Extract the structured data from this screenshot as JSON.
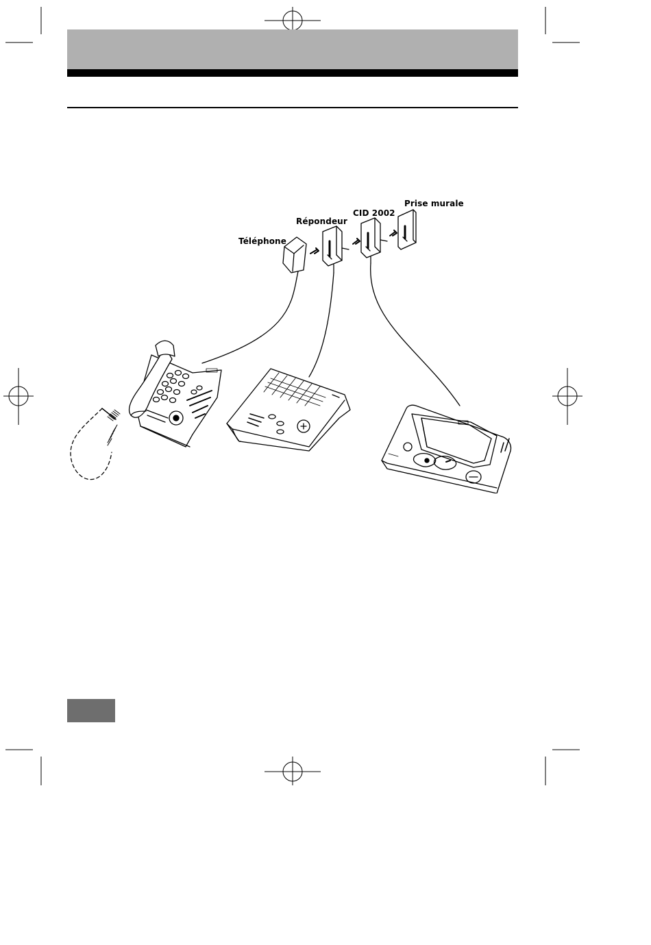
{
  "page": {
    "header_band_color": "#b0b0b0",
    "page_tab_color": "#6e6e6e"
  },
  "diagram": {
    "labels": {
      "telephone": "Téléphone",
      "repondeur": "Répondeur",
      "cid": "CID 2002",
      "prise_murale": "Prise murale"
    }
  }
}
